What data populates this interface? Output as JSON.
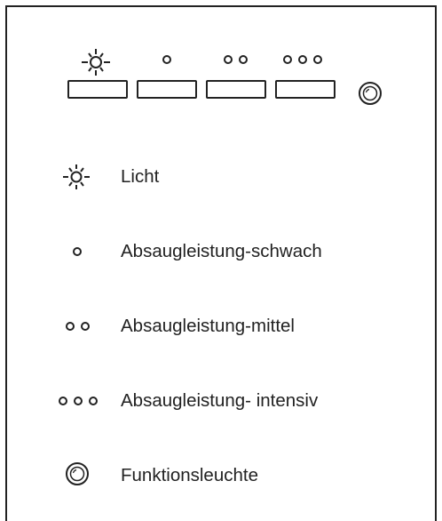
{
  "legend": [
    {
      "icon": "light-icon",
      "label": "Licht"
    },
    {
      "icon": "one-dot-icon",
      "label": "Absaugleistung-schwach"
    },
    {
      "icon": "two-dot-icon",
      "label": "Absaugleistung-mittel"
    },
    {
      "icon": "three-dot-icon",
      "label": "Absaugleistung- intensiv"
    },
    {
      "icon": "function-light-icon",
      "label": "Funktionsleuchte"
    }
  ]
}
